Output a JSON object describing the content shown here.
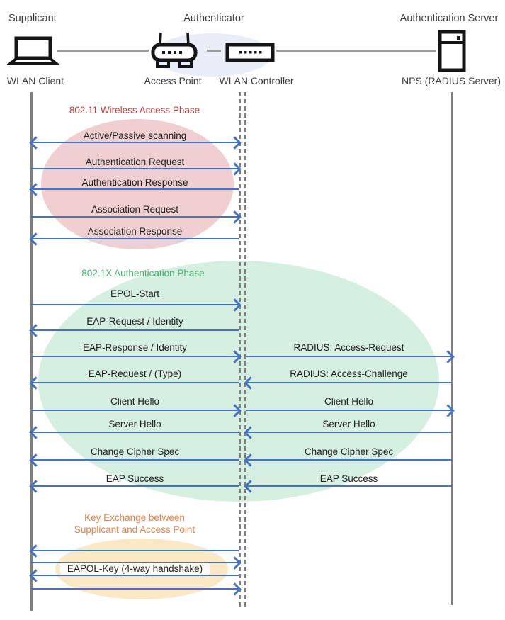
{
  "header": {
    "supplicant": "Supplicant",
    "authenticator": "Authenticator",
    "authentication_server": "Authentication Server"
  },
  "nodes": {
    "wlan_client": "WLAN Client",
    "access_point": "Access Point",
    "wlan_controller": "WLAN Controller",
    "radius_server": "NPS (RADIUS Server)"
  },
  "colors": {
    "arrow_blue": "#4472C4",
    "lifeline_gray": "#7F7F7F",
    "connector_gray": "#9B9B9B",
    "phase1_title": "#C23B3B",
    "phase2_title": "#44AF69",
    "phase3_title": "#E0824A",
    "phase1_fill": "#F0CFD0",
    "phase2_fill": "#D5EFE0",
    "phase3_fill": "#FBE9C6",
    "authenticator_fill": "#E9EDF7"
  },
  "phases": [
    {
      "title": "802.11 Wireless Access Phase",
      "title_color": "#C23B3B",
      "fill": "#F0CFD0",
      "messages": [
        {
          "label": "Active/Passive scanning",
          "direction": "both"
        },
        {
          "label": "Authentication Request",
          "direction": "right"
        },
        {
          "label": "Authentication Response",
          "direction": "left"
        },
        {
          "label": "Association Request",
          "direction": "right"
        },
        {
          "label": "Association Response",
          "direction": "left"
        }
      ]
    },
    {
      "title": "802.1X Authentication Phase",
      "title_color": "#44AF69",
      "fill": "#D5EFE0",
      "messages": [
        {
          "label": "EPOL-Start",
          "direction": "right"
        },
        {
          "label": "EAP-Request / Identity",
          "direction": "left"
        },
        {
          "label": "EAP-Response / Identity",
          "right_label": "RADIUS: Access-Request",
          "direction": "right"
        },
        {
          "label": "EAP-Request / (Type)",
          "right_label": "RADIUS: Access-Challenge",
          "direction": "left"
        },
        {
          "label": "Client Hello",
          "right_label": "Client Hello",
          "direction": "right"
        },
        {
          "label": "Server Hello",
          "right_label": "Server Hello",
          "direction": "left"
        },
        {
          "label": "Change Cipher Spec",
          "right_label": "Change Cipher Spec",
          "direction": "left"
        },
        {
          "label": "EAP Success",
          "right_label": "EAP Success",
          "direction": "left"
        }
      ]
    },
    {
      "title": "Key Exchange between Supplicant and Access Point",
      "title_color": "#E0824A",
      "fill": "#FBE9C6",
      "messages": [
        {
          "label": "",
          "direction": "left"
        },
        {
          "label": "",
          "direction": "right"
        },
        {
          "label": "EAPOL-Key (4-way handshake)",
          "direction": "left"
        },
        {
          "label": "",
          "direction": "right"
        }
      ]
    }
  ]
}
